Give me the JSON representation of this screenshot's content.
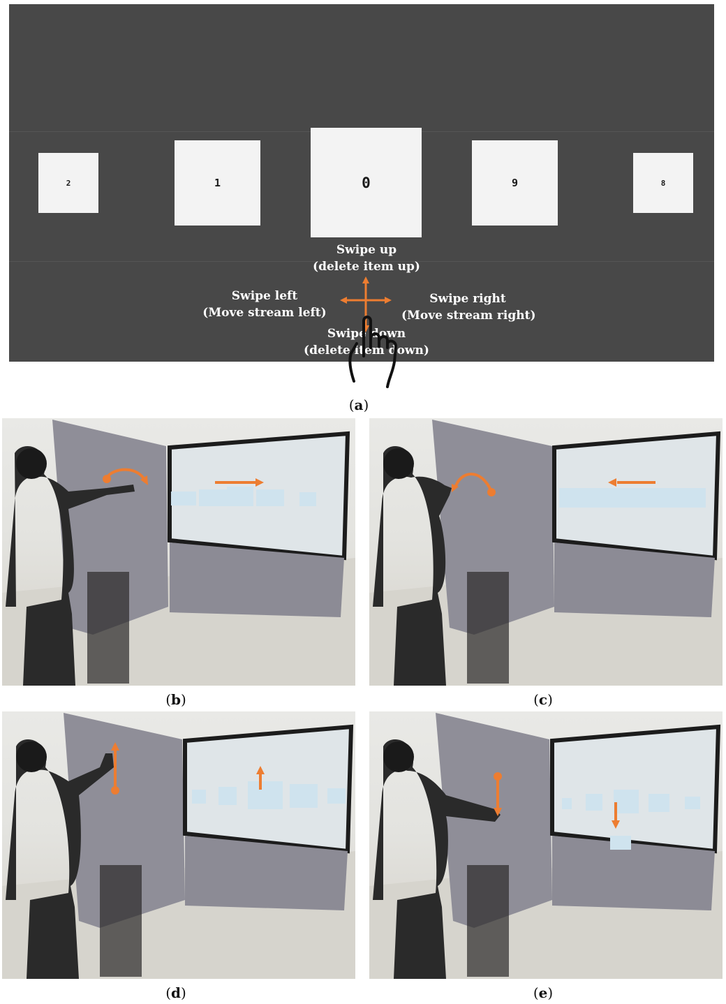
{
  "panel_a": {
    "cards": [
      "2",
      "1",
      "0",
      "9",
      "8"
    ],
    "gestures": {
      "up_title": "Swipe up",
      "up_desc": "(delete item up)",
      "left_title": "Swipe left",
      "left_desc": "(Move stream left)",
      "right_title": "Swipe right",
      "right_desc": "(Move stream right)",
      "down_title": "Swipe down",
      "down_desc": "(delete item down)"
    },
    "colors": {
      "background": "#484848",
      "card": "#f3f3f3",
      "arrow": "#ed7d31"
    },
    "icons": [
      "arrow-cross-icon",
      "pointing-hand-icon"
    ]
  },
  "captions": {
    "a": "a",
    "b": "b",
    "c": "c",
    "d": "d",
    "e": "e"
  },
  "photos": [
    {
      "id": "b",
      "gesture": "swipe-right"
    },
    {
      "id": "c",
      "gesture": "swipe-left"
    },
    {
      "id": "d",
      "gesture": "swipe-up"
    },
    {
      "id": "e",
      "gesture": "swipe-down"
    }
  ]
}
